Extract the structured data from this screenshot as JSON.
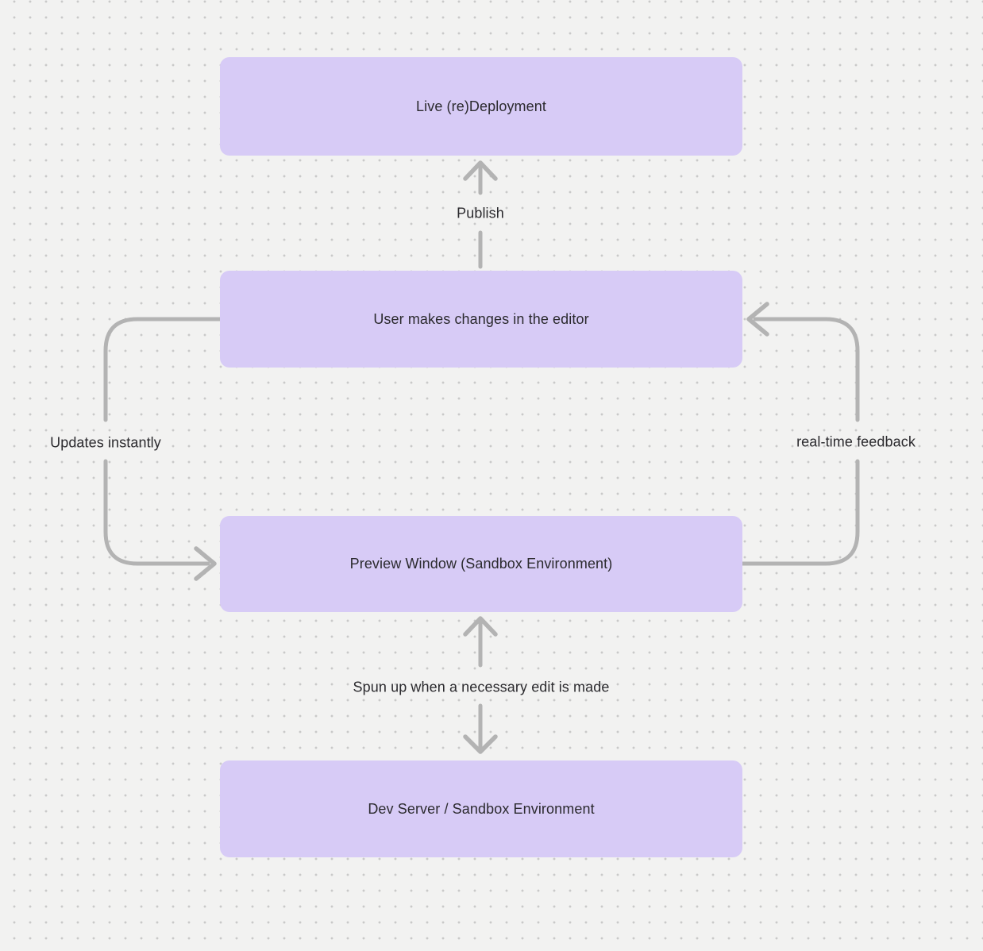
{
  "diagram": {
    "title": "editor-deployment-flowchart",
    "colors": {
      "background": "#f2f2f1",
      "dot_grid": "#c9c9c9",
      "node_fill": "#d7cbf6",
      "arrow": "#b3b3b3",
      "text": "#2b2a2e"
    },
    "nodes": [
      {
        "id": "live-deployment",
        "label": "Live (re)Deployment"
      },
      {
        "id": "editor",
        "label": "User makes changes in the editor"
      },
      {
        "id": "preview-window",
        "label": "Preview Window (Sandbox Environment)"
      },
      {
        "id": "dev-server",
        "label": "Dev Server / Sandbox Environment"
      }
    ],
    "edges": [
      {
        "id": "publish",
        "from": "editor",
        "to": "live-deployment",
        "label": "Publish",
        "direction": "up"
      },
      {
        "id": "updates-instantly",
        "from": "editor",
        "to": "preview-window",
        "label": "Updates instantly",
        "direction": "left-loop-down"
      },
      {
        "id": "real-time-feedback",
        "from": "preview-window",
        "to": "editor",
        "label": "real-time feedback",
        "direction": "right-loop-up"
      },
      {
        "id": "spun-up",
        "from": "preview-window",
        "to": "dev-server",
        "label": "Spun up when a necessary edit is made",
        "direction": "bidirectional"
      }
    ]
  }
}
